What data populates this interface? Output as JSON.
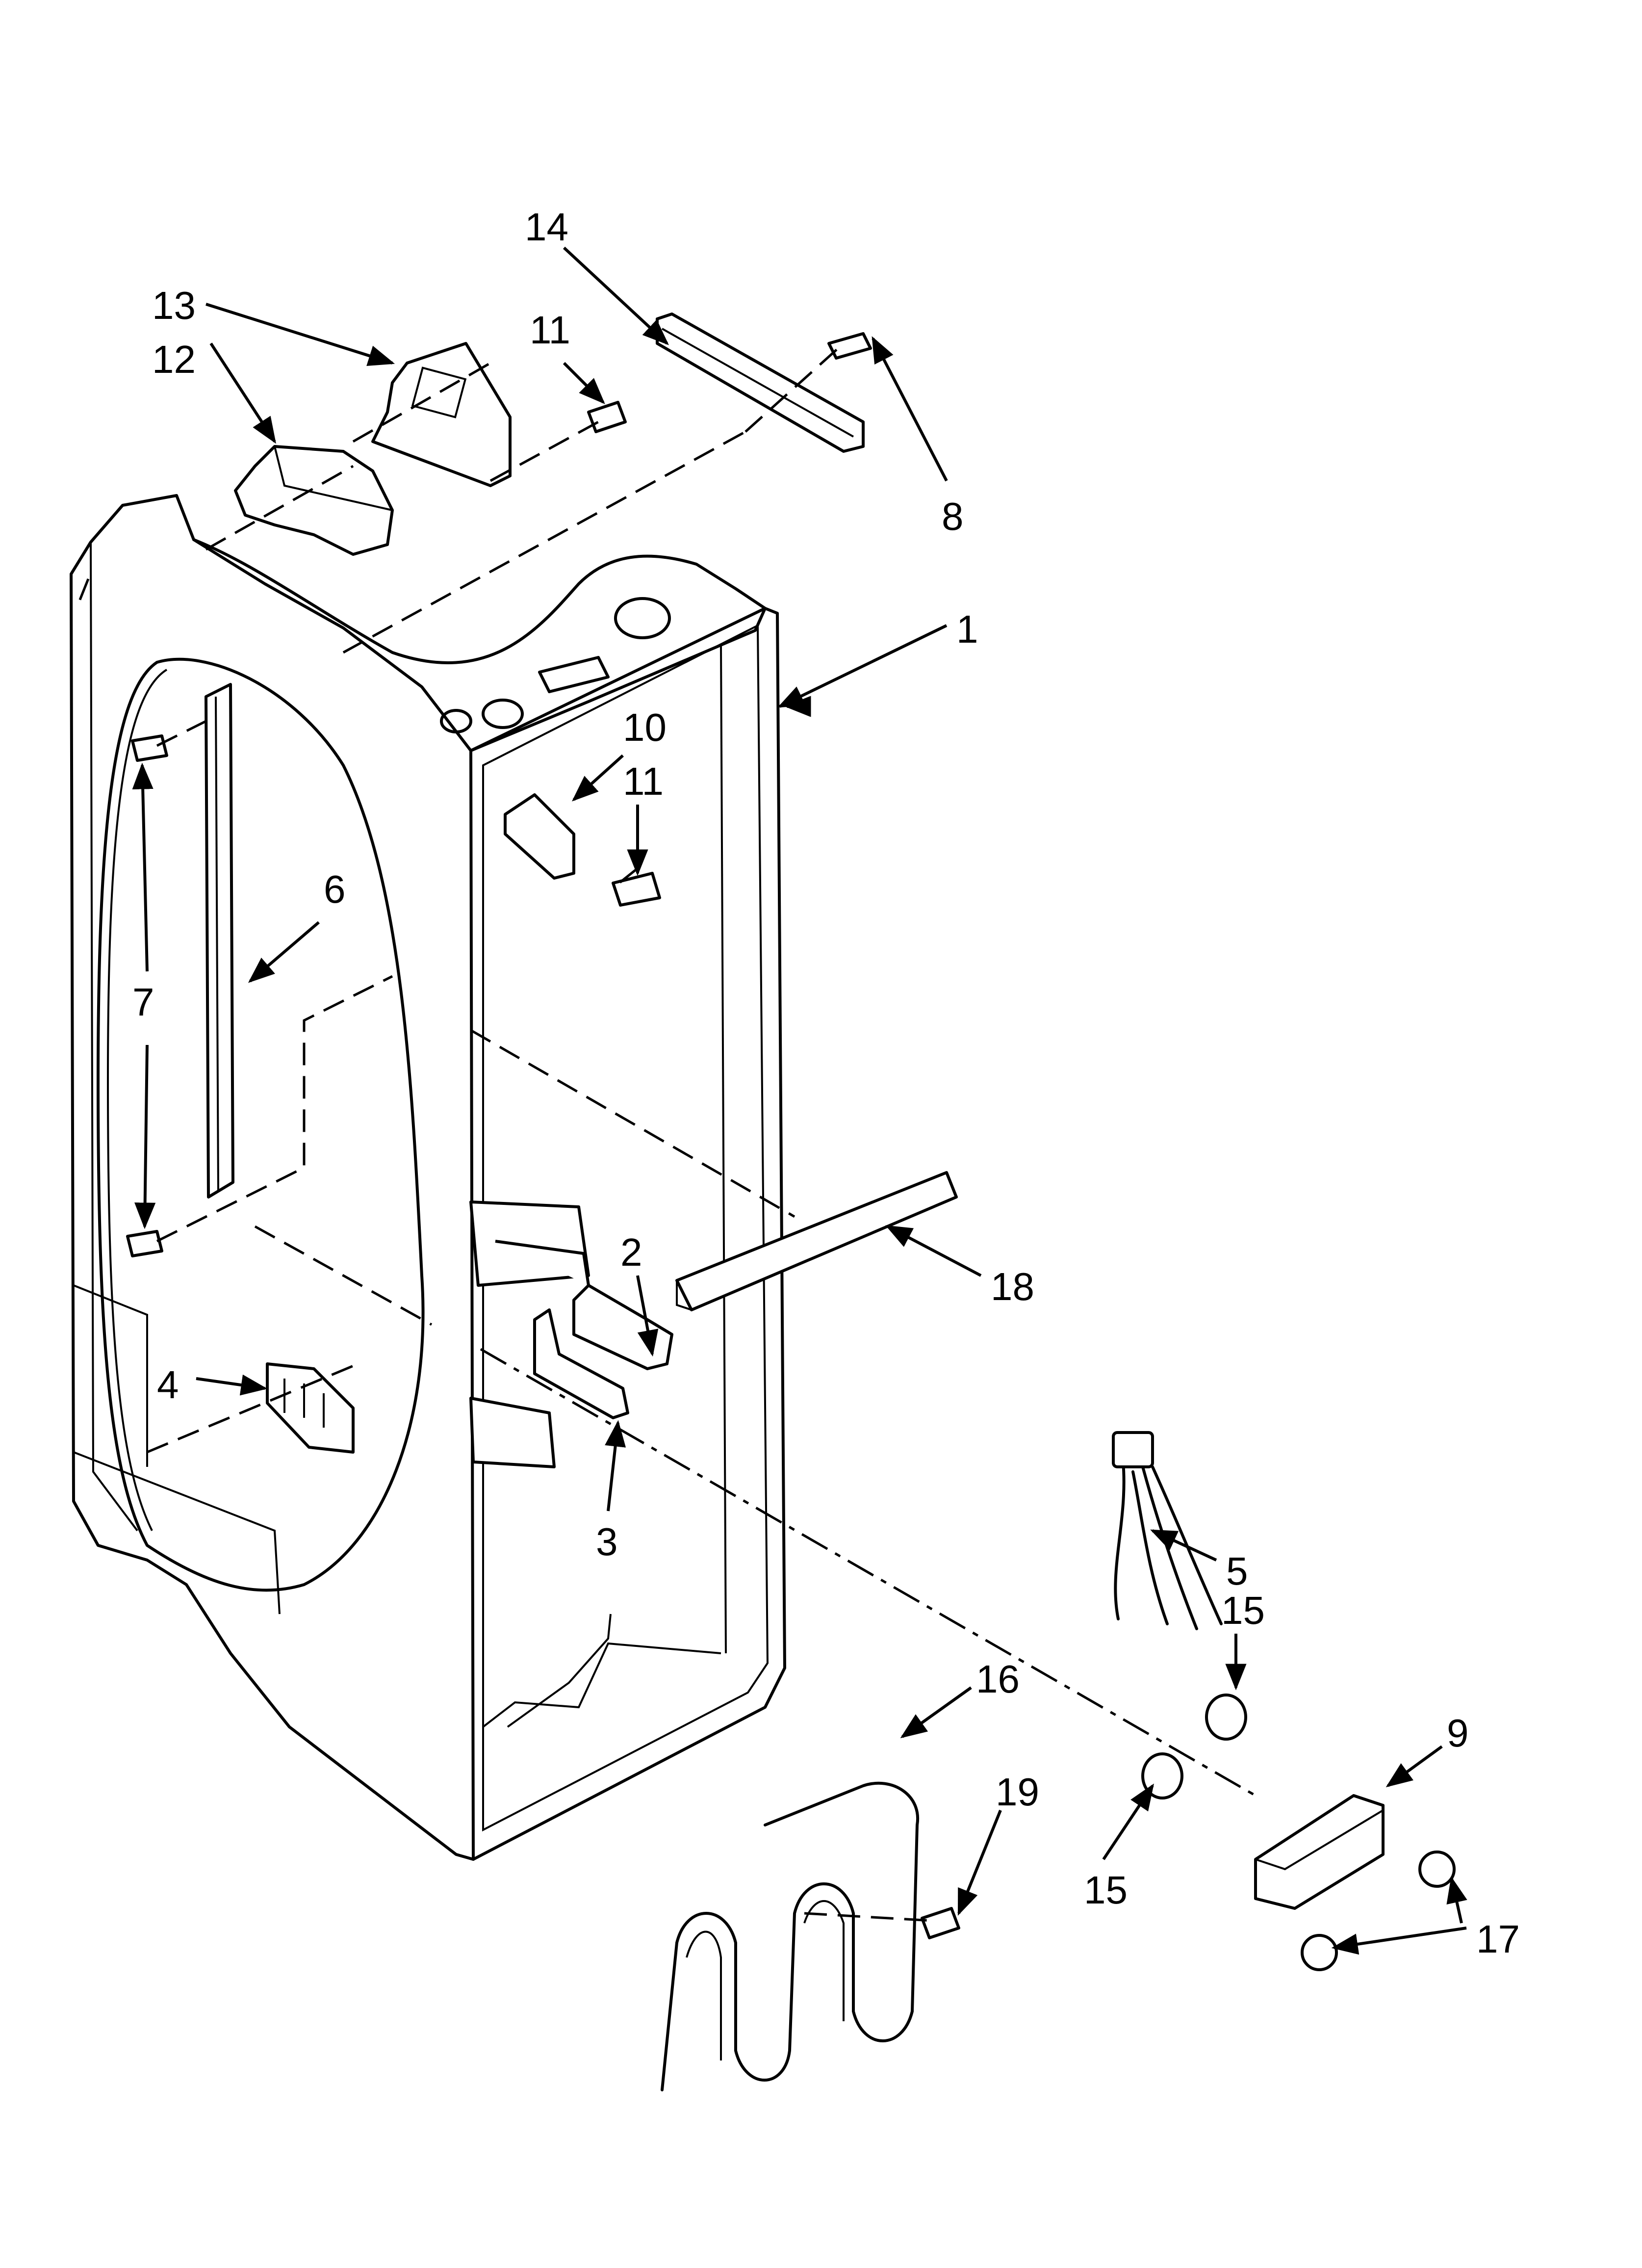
{
  "callouts": [
    {
      "id": "c1",
      "text": "1"
    },
    {
      "id": "c2",
      "text": "2"
    },
    {
      "id": "c3",
      "text": "3"
    },
    {
      "id": "c4",
      "text": "4"
    },
    {
      "id": "c5",
      "text": "5"
    },
    {
      "id": "c6",
      "text": "6"
    },
    {
      "id": "c7",
      "text": "7"
    },
    {
      "id": "c8",
      "text": "8"
    },
    {
      "id": "c9",
      "text": "9"
    },
    {
      "id": "c10",
      "text": "10"
    },
    {
      "id": "c11a",
      "text": "11"
    },
    {
      "id": "c11b",
      "text": "11"
    },
    {
      "id": "c12",
      "text": "12"
    },
    {
      "id": "c13",
      "text": "13"
    },
    {
      "id": "c14",
      "text": "14"
    },
    {
      "id": "c15a",
      "text": "15"
    },
    {
      "id": "c15b",
      "text": "15"
    },
    {
      "id": "c16",
      "text": "16"
    },
    {
      "id": "c17",
      "text": "17"
    },
    {
      "id": "c18",
      "text": "18"
    },
    {
      "id": "c19",
      "text": "19"
    }
  ]
}
